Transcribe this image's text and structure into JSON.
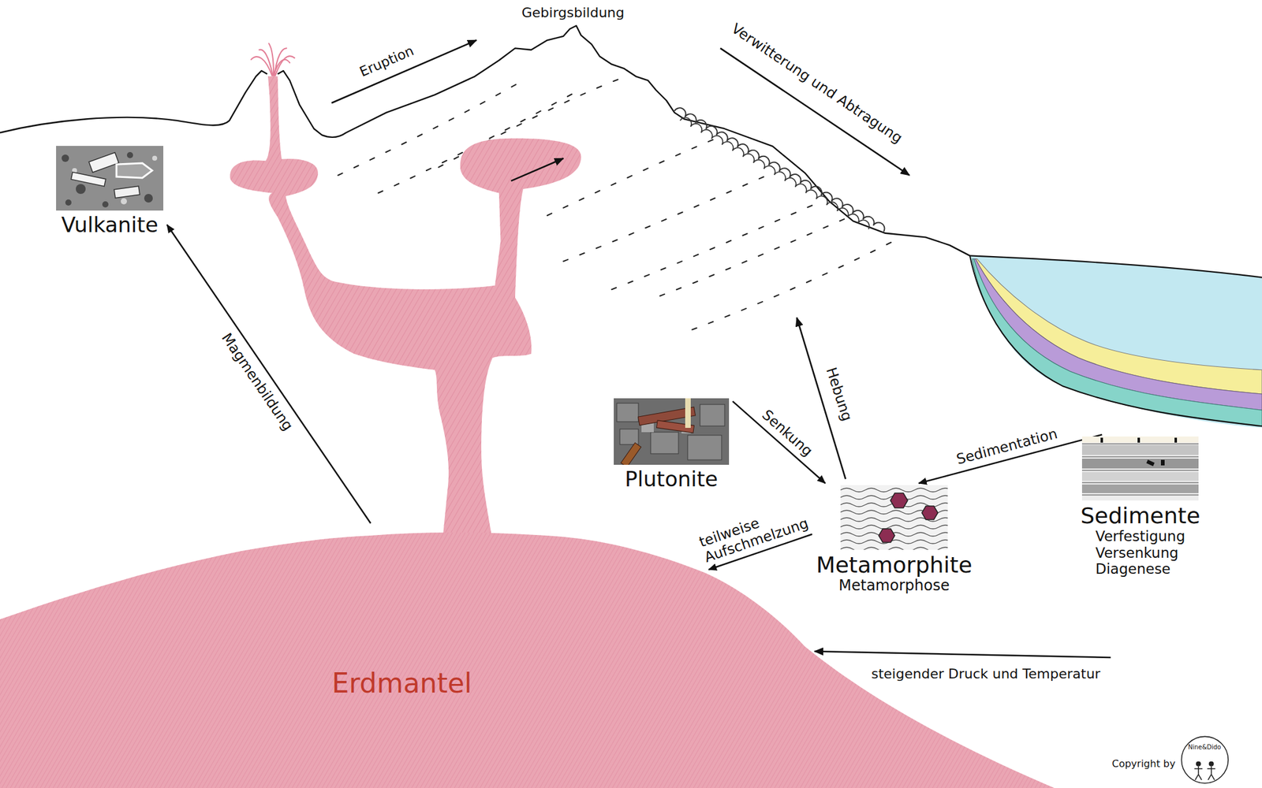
{
  "diagram": {
    "nodes": [
      {
        "text": [
          "Vulkanite"
        ]
      },
      {
        "text": [
          "Plutonite"
        ]
      },
      {
        "text": [
          "Sedimente",
          "Verfestigung Versenkung Diagenese"
        ]
      },
      {
        "text": [
          "Metamorphite",
          "Metamorphose"
        ]
      },
      {
        "text": [
          "Erdmantel"
        ]
      }
    ],
    "edges": [
      {
        "from": 4,
        "to": 0,
        "label": "Magmenbildung",
        "arrow": "to"
      },
      {
        "from": 1,
        "to": 3,
        "label": "Senkung",
        "arrow": "to"
      },
      {
        "from": 2,
        "to": 3,
        "label": "Sedimentation",
        "arrow": "to"
      },
      {
        "from": 3,
        "to": 4,
        "label": "teilweise Aufschmelzung",
        "arrow": "to"
      }
    ],
    "labels": [
      "Gebirgsbildung",
      "Eruption",
      "Verwitterung und Abtragung",
      "Hebung",
      "steigender Druck und Temperatur",
      "Copyright by",
      "Nine&Dido"
    ]
  }
}
